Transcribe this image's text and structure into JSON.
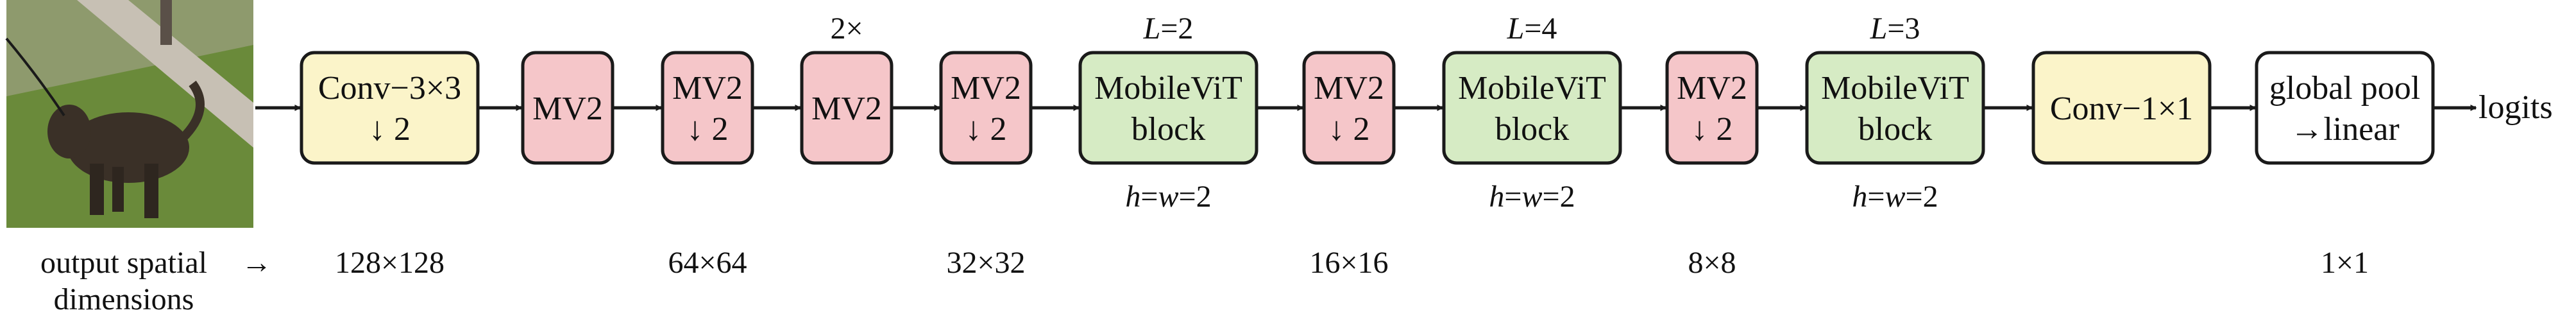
{
  "colors": {
    "yellow": "#fbf4c9",
    "pink": "#f5c6c9",
    "green": "#d6ebc4",
    "white": "#ffffff",
    "stroke": "#1a1a1a",
    "image_grass": "#6a8a3a",
    "image_dog": "#3a3027",
    "image_road": "#b9b2a6"
  },
  "input_image": {
    "icon": "dog-on-grass-photo"
  },
  "blocks": [
    {
      "id": "conv3",
      "lines": [
        "Conv−3×3",
        "↓ 2"
      ],
      "color": "yellow"
    },
    {
      "id": "mv2-1",
      "lines": [
        "MV2"
      ],
      "color": "pink"
    },
    {
      "id": "mv2-2",
      "lines": [
        "MV2",
        "↓ 2"
      ],
      "color": "pink"
    },
    {
      "id": "mv2-3",
      "lines": [
        "MV2"
      ],
      "color": "pink",
      "top_note": "2×"
    },
    {
      "id": "mv2-4",
      "lines": [
        "MV2",
        "↓ 2"
      ],
      "color": "pink"
    },
    {
      "id": "vit-1",
      "lines": [
        "MobileViT",
        "block"
      ],
      "color": "green",
      "top_note": "L=2",
      "bottom_note": "h=w=2"
    },
    {
      "id": "mv2-5",
      "lines": [
        "MV2",
        "↓ 2"
      ],
      "color": "pink"
    },
    {
      "id": "vit-2",
      "lines": [
        "MobileViT",
        "block"
      ],
      "color": "green",
      "top_note": "L=4",
      "bottom_note": "h=w=2"
    },
    {
      "id": "mv2-6",
      "lines": [
        "MV2",
        "↓ 2"
      ],
      "color": "pink"
    },
    {
      "id": "vit-3",
      "lines": [
        "MobileViT",
        "block"
      ],
      "color": "green",
      "top_note": "L=3",
      "bottom_note": "h=w=2"
    },
    {
      "id": "conv1",
      "lines": [
        "Conv−1×1"
      ],
      "color": "yellow"
    },
    {
      "id": "pool",
      "lines": [
        "global pool",
        "→linear"
      ],
      "color": "white"
    }
  ],
  "output_label": "logits",
  "spatial_caption": {
    "line1": "output spatial",
    "line2": "dimensions",
    "arrow": "→"
  },
  "spatial_dims": [
    {
      "under": "conv3",
      "text": "128×128"
    },
    {
      "under": "mv2-2",
      "text": "64×64"
    },
    {
      "under": "mv2-4",
      "text": "32×32"
    },
    {
      "under": "mv2-5",
      "text": "16×16"
    },
    {
      "under": "mv2-6",
      "text": "8×8"
    },
    {
      "under": "pool",
      "text": "1×1"
    }
  ]
}
